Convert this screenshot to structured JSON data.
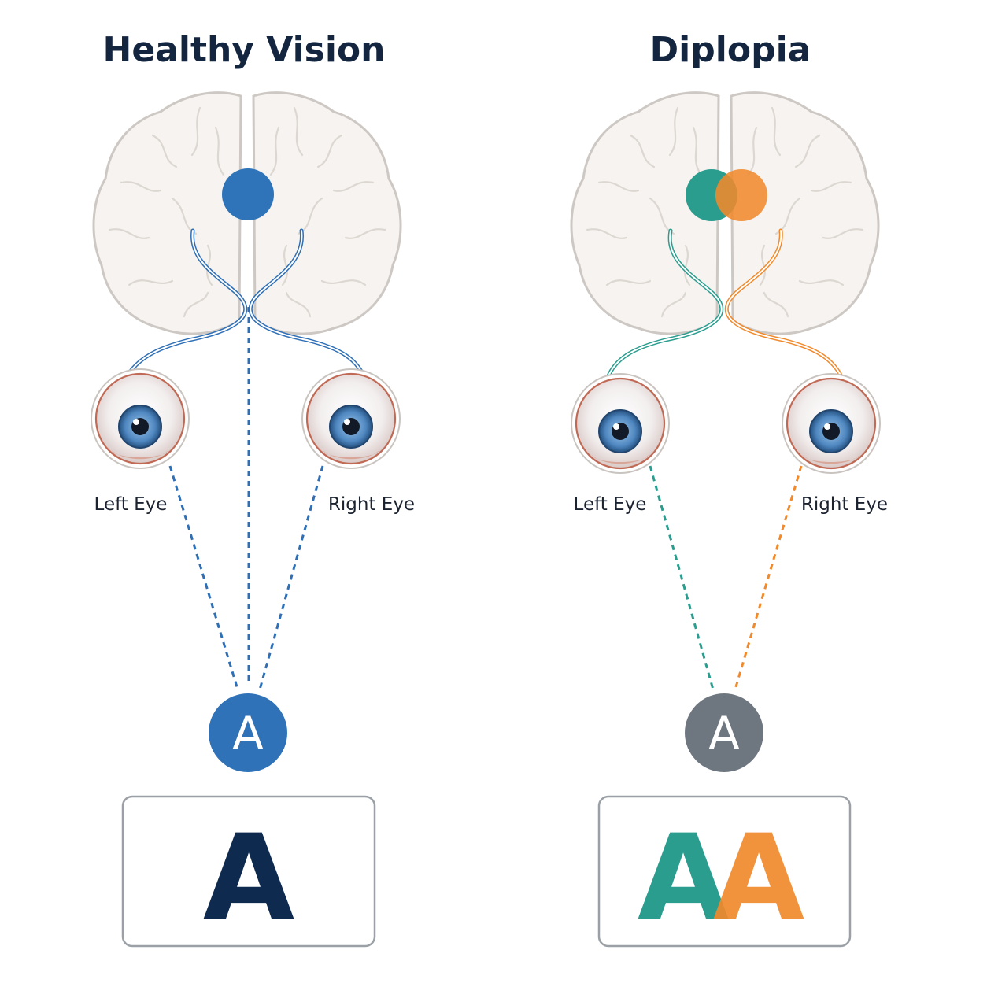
{
  "panels": [
    {
      "id": "healthy",
      "title": "Healthy Vision",
      "left_eye_label": "Left Eye",
      "right_eye_label": "Right Eye",
      "object_letter": "A",
      "perceived": [
        "A"
      ],
      "colors": {
        "left_path": "#2f6fb5",
        "right_path": "#2f6fb5",
        "brain_spot": "#2f74b9",
        "object": "#2f72b8",
        "perceived": [
          "#0e2a4e"
        ]
      }
    },
    {
      "id": "diplopia",
      "title": "Diplopia",
      "left_eye_label": "Left Eye",
      "right_eye_label": "Right Eye",
      "object_letter": "A",
      "perceived": [
        "A",
        "A"
      ],
      "colors": {
        "left_path": "#2a9d8f",
        "right_path": "#f08a2c",
        "brain_spot_left": "#2a9d8f",
        "brain_spot_right": "#f08a2c",
        "object": "#6e7780",
        "perceived": [
          "#2a9d8f",
          "#f08a2c"
        ]
      }
    }
  ]
}
